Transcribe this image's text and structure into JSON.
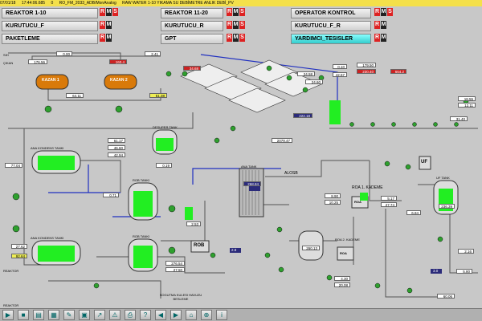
{
  "header": {
    "date": "07/01/18",
    "time": "17:44:06.685",
    "zero": "0",
    "screen_id": "RO_FM_2033_ADB/MonAnalog",
    "alarm": "RAW WATER 1-10 YIKAMA SU DEBİMETRE ANLIK DEBİ_PV"
  },
  "units": [
    {
      "label": "REAKTOR 1-10",
      "style": "plain"
    },
    {
      "label": "REAKTOR 11-20",
      "style": "plain"
    },
    {
      "label": "OPERATOR KONTROL",
      "style": "plain"
    },
    {
      "label": "KURUTUCU_F",
      "style": "plain"
    },
    {
      "label": "KURUTUCU_R",
      "style": "plain"
    },
    {
      "label": "KURUTUCU_F_R",
      "style": "plain"
    },
    {
      "label": "PAKETLEME",
      "style": "plain"
    },
    {
      "label": "GPT",
      "style": "plain"
    },
    {
      "label": "YARDIMCI_TESISLER",
      "style": "cyan"
    }
  ],
  "rms": {
    "r": "R",
    "m": "M",
    "s": "S"
  },
  "labels": {
    "kazan1": "KAZAN 1",
    "kazan2": "KAZAN 2",
    "ana_kondens1": "ANA KONDENS TANKI",
    "ana_kondens2": "ANA KONDENS TANKI",
    "desuper": "DESUPER TANK",
    "rob1": "ROB TANKI",
    "rob2": "ROB TANKI",
    "ana_tank": "ANA TANK",
    "alosb": "ALOSB",
    "rob_box": "ROB",
    "roa_kademe1": "ROA 1. KADEME",
    "roa_kademe2": "ROA 2. KADEME",
    "roa_box": "ROA",
    "roa_box2": "ROA",
    "uf": "UF",
    "uf_tank": "UF TANK",
    "reaktor_left": "REAKTOR",
    "reaktor_bottom": "REAKTOR",
    "sogutma": "SOGUTMA KULESI HAVUZU BESLEME",
    "cikan": "ÇIKAN",
    "sih": "SIH"
  },
  "values": {
    "v_17656": "176.56",
    "v_000a": "0.00",
    "v_241": "2.41",
    "v_1648": "160.4",
    "v_6411": "64.11",
    "v_5138": "51.38",
    "v_3468": "34.68",
    "v_2458": "24.58",
    "v_2460": "24.60",
    "v_0010": "0.10",
    "v_2218": "222.18",
    "v_4257": "42.57",
    "v_17950": "179.50",
    "v_23040": "230.40",
    "v_6642": "664.2",
    "v_1855": "18.55",
    "v_1211": "12.11",
    "v_3140": "31.40",
    "v_2079": "2079.47",
    "v_6117": "61.17",
    "v_4660": "46.60",
    "v_4294": "42.94",
    "v_7704": "77.04",
    "v_019": "0.19",
    "v_071": "0.71",
    "v_26884": "268.84",
    "v_890": "8.90",
    "v_1025": "10.25",
    "v_517": "5.17",
    "v_2774": "27.74",
    "v_684": "6.84",
    "v_23639": "236.39",
    "v_9264": "92.64",
    "v_2762": "27.62",
    "v_253": "2.53",
    "v_27654": "276.54",
    "v_2750": "27.50",
    "v_26013": "260.13",
    "v_430": "4.30",
    "v_2008": "20.08",
    "v_216": "2.16",
    "v_580": "5.80",
    "v_6006": "60.06",
    "v_28": "2.8",
    "v_30": "3.0"
  },
  "toolbar": [
    "play-icon",
    "stop-icon",
    "folder-icon",
    "doc-icon",
    "tools-icon",
    "report-icon",
    "trend-icon",
    "alarm-icon",
    "print-icon",
    "help-icon",
    "back-icon",
    "forward-icon",
    "home-icon",
    "zoom-icon",
    "info-icon"
  ],
  "colors": {
    "tank_fill": "#22ee22",
    "pump": "#2ea02e",
    "pipe_blue": "#2030c0",
    "pipe_gray": "#555555",
    "accent_red": "#dd2222"
  }
}
